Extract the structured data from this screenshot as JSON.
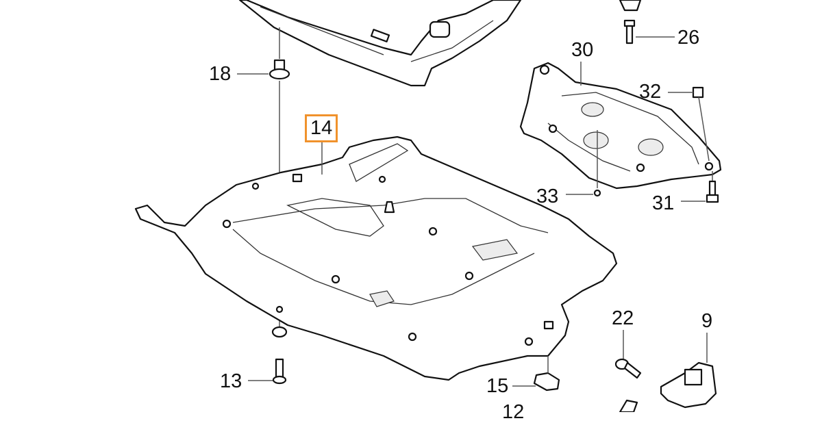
{
  "diagram": {
    "highlight_color": "#f0922c",
    "selected_part": "14",
    "callouts": [
      {
        "id": "c18",
        "label": "18"
      },
      {
        "id": "c14",
        "label": "14"
      },
      {
        "id": "c26",
        "label": "26"
      },
      {
        "id": "c30",
        "label": "30"
      },
      {
        "id": "c32",
        "label": "32"
      },
      {
        "id": "c33",
        "label": "33"
      },
      {
        "id": "c31",
        "label": "31"
      },
      {
        "id": "c22",
        "label": "22"
      },
      {
        "id": "c9",
        "label": "9"
      },
      {
        "id": "c13",
        "label": "13"
      },
      {
        "id": "c15",
        "label": "15"
      },
      {
        "id": "c12",
        "label": "12"
      }
    ]
  }
}
